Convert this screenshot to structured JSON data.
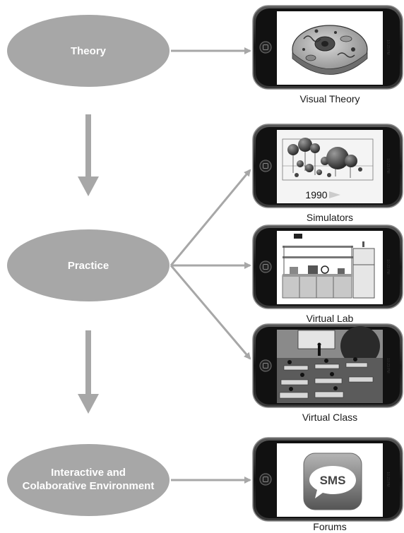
{
  "nodes": {
    "theory": "Theory",
    "practice": "Practice",
    "interactive_line1": "Interactive and",
    "interactive_line2": "Colaborative Environment"
  },
  "phones": [
    {
      "caption": "Visual Theory",
      "screen": "cell-illustration",
      "time": "10:23 PM"
    },
    {
      "caption": "Simulators",
      "screen": "bubble-chart-simulation",
      "time": "10:23 PM",
      "year": "1990"
    },
    {
      "caption": "Virtual Lab",
      "screen": "laboratory-3d-scene",
      "time": "10:23 PM"
    },
    {
      "caption": "Virtual Class",
      "screen": "classroom-3d-scene",
      "time": "10:23 PM"
    },
    {
      "caption": "Forums",
      "screen": "sms-app-icon",
      "time": "10:23 PM",
      "sms_label": "SMS"
    }
  ],
  "colors": {
    "ellipse": "#a7a7a7",
    "arrow": "#a7a7a7",
    "phone_body": "#1b1b1b",
    "phone_bezel": "#444444"
  }
}
